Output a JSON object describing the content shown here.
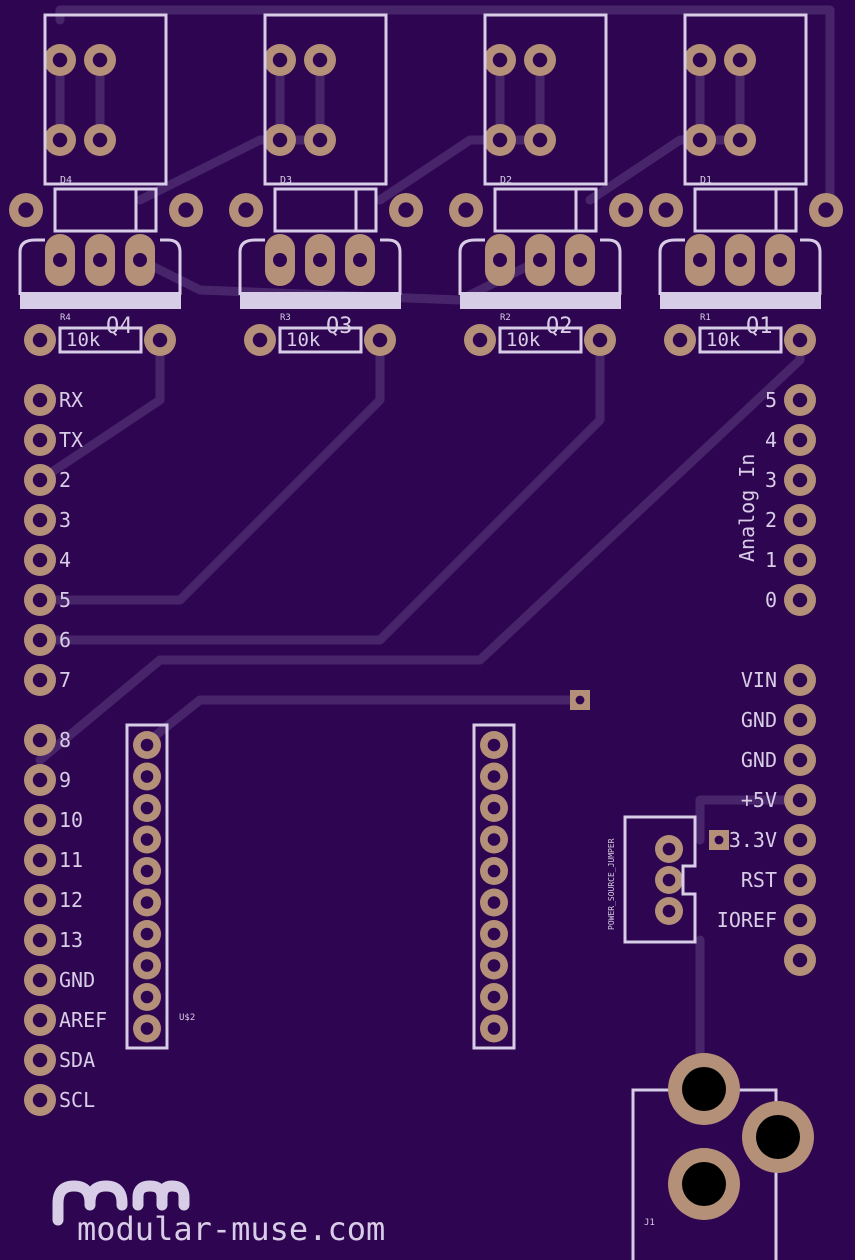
{
  "colors": {
    "board": "#2e0550",
    "trace": "#48256b",
    "silkscreen": "#d8cde6",
    "copper_pad": "#b49078",
    "drill": "#2e0550",
    "mount_drill": "#000000"
  },
  "components": {
    "diodes": [
      {
        "ref": "D4"
      },
      {
        "ref": "D3"
      },
      {
        "ref": "D2"
      },
      {
        "ref": "D1"
      }
    ],
    "transistors": [
      {
        "ref": "Q4"
      },
      {
        "ref": "Q3"
      },
      {
        "ref": "Q2"
      },
      {
        "ref": "Q1"
      }
    ],
    "resistors": [
      {
        "ref": "R4",
        "value": "10k"
      },
      {
        "ref": "R3",
        "value": "10k"
      },
      {
        "ref": "R2",
        "value": "10k"
      },
      {
        "ref": "R1",
        "value": "10k"
      }
    ],
    "left_header_labels": [
      "RX",
      "TX",
      "2",
      "3",
      "4",
      "5",
      "6",
      "7",
      "8",
      "9",
      "10",
      "11",
      "12",
      "13",
      "GND",
      "AREF",
      "SDA",
      "SCL"
    ],
    "analog_header_labels": [
      "5",
      "4",
      "3",
      "2",
      "1",
      "0"
    ],
    "analog_title": "Analog In",
    "power_header_labels": [
      "VIN",
      "GND",
      "GND",
      "+5V",
      "3.3V",
      "RST",
      "IOREF",
      ""
    ],
    "socket_ref": "U$2",
    "jumper_label": "POWER_SOURCE_JUMPER",
    "jack_ref": "J1"
  },
  "branding": {
    "text": "modular-muse.com"
  }
}
